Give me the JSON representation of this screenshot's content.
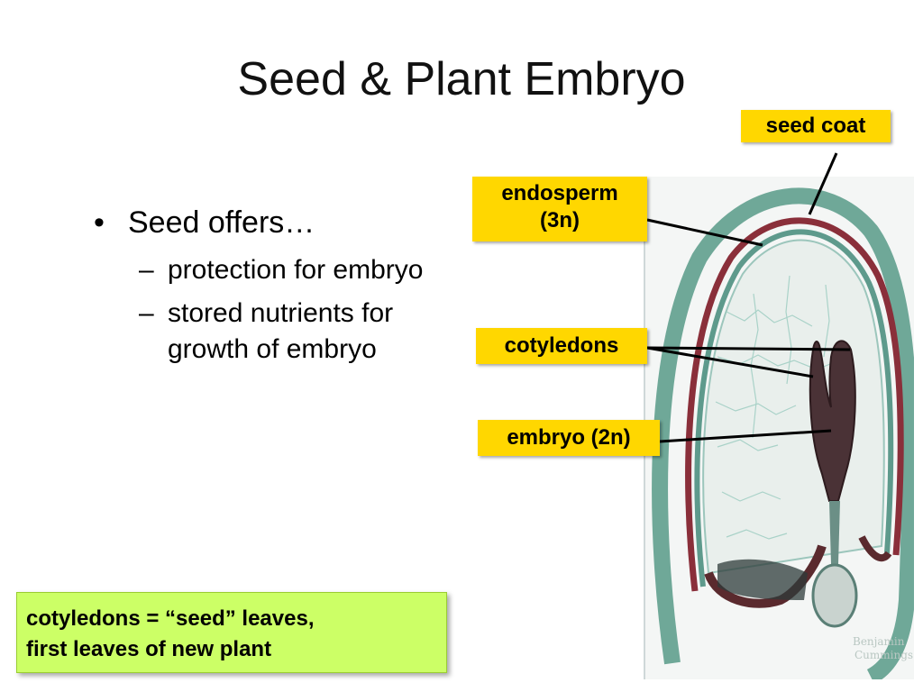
{
  "title": "Seed & Plant Embryo",
  "bullet": {
    "marker": "•",
    "text": "Seed offers…",
    "subs": [
      {
        "marker": "–",
        "text": "protection for embryo"
      },
      {
        "marker": "–",
        "text": "stored nutrients for growth of embryo"
      }
    ]
  },
  "labels": {
    "seed_coat": "seed coat",
    "endosperm_line1": "endosperm",
    "endosperm_line2": "(3n)",
    "cotyledons": "cotyledons",
    "embryo": "embryo (2n)"
  },
  "note": {
    "line1": "cotyledons = “seed” leaves,",
    "line2": "first leaves of new plant"
  },
  "image_watermark": "Benjamin Cummings",
  "colors": {
    "label_bg": "#ffd700",
    "note_bg": "#ccff66"
  }
}
